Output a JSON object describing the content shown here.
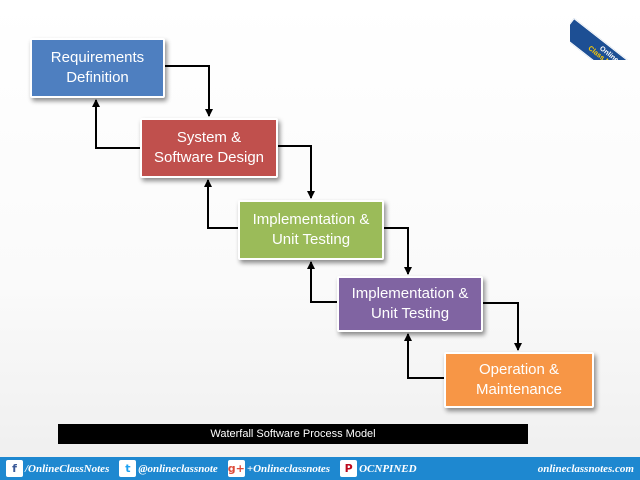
{
  "diagram": {
    "boxes": [
      {
        "lines": [
          "Requirements",
          "Definition"
        ],
        "color": "#4e7fc0"
      },
      {
        "lines": [
          "System &",
          "Software Design"
        ],
        "color": "#c0504d"
      },
      {
        "lines": [
          "Implementation &",
          "Unit Testing"
        ],
        "color": "#9bbb59"
      },
      {
        "lines": [
          "Implementation &",
          "Unit Testing"
        ],
        "color": "#8064a2"
      },
      {
        "lines": [
          "Operation &",
          "Maintenance"
        ],
        "color": "#f79646"
      }
    ],
    "caption": "Waterfall Software Process Model"
  },
  "badge": {
    "line1": "Online",
    "line2": "Class Notes"
  },
  "footer": {
    "items": [
      {
        "icon": "facebook-icon",
        "glyph": "f",
        "color": "#3b5998",
        "text": "/OnlineClassNotes"
      },
      {
        "icon": "twitter-icon",
        "glyph": "t",
        "color": "#1da1f2",
        "text": "@onlineclassnote"
      },
      {
        "icon": "google-plus-icon",
        "glyph": "g+",
        "color": "#dd4b39",
        "text": "+Onlineclassnotes"
      },
      {
        "icon": "pinterest-icon",
        "glyph": "P",
        "color": "#bd081c",
        "text": "OCNPINED"
      }
    ],
    "site": "onlineclassnotes.com"
  }
}
